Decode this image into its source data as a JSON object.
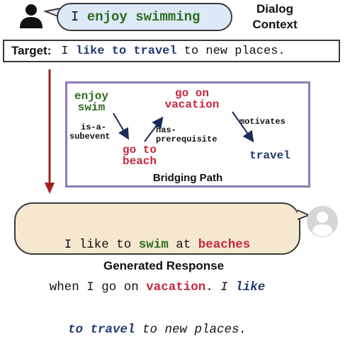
{
  "dialog": {
    "utterance_plain": "I ",
    "utterance_highlight": "enjoy swimming",
    "label_line1": "Dialog",
    "label_line2": "Context"
  },
  "target": {
    "label": "Target:",
    "text_pre": "I ",
    "text_highlight": "like to travel",
    "text_post": " to new places."
  },
  "bridging_path": {
    "nodes": {
      "enjoy_swim_line1": "enjoy",
      "enjoy_swim_line2": "swim",
      "go_on_vacation_line1": "go on",
      "go_on_vacation_line2": "vacation",
      "go_to_beach_line1": "go to",
      "go_to_beach_line2": "beach",
      "travel": "travel"
    },
    "edges": {
      "is_a_subevent_line1": "is-a-",
      "is_a_subevent_line2": "subevent",
      "has_prerequisite_line1": "has-",
      "has_prerequisite_line2": "prerequisite",
      "motivates": "motivates"
    },
    "caption": "Bridging Path"
  },
  "response": {
    "line1_a": "I like to ",
    "line1_b": "swim",
    "line1_c": " at ",
    "line1_d": "beaches",
    "line2_a": "when I go on ",
    "line2_b": "vacation",
    "line2_c": ". ",
    "line2_d": "I ",
    "line2_e": "like",
    "line3_a": "to travel",
    "line3_b": " to new places.",
    "caption": "Generated Response"
  },
  "colors": {
    "green": "#2e6b1f",
    "red": "#c5283d",
    "navy": "#243a73",
    "user_bubble": "#dde9f7",
    "response_bubble": "#f6e8cf",
    "path_border": "#8d7bb8",
    "arrow": "#a02020"
  },
  "icons": [
    "user-icon",
    "bot-avatar-icon",
    "down-arrow-icon"
  ]
}
